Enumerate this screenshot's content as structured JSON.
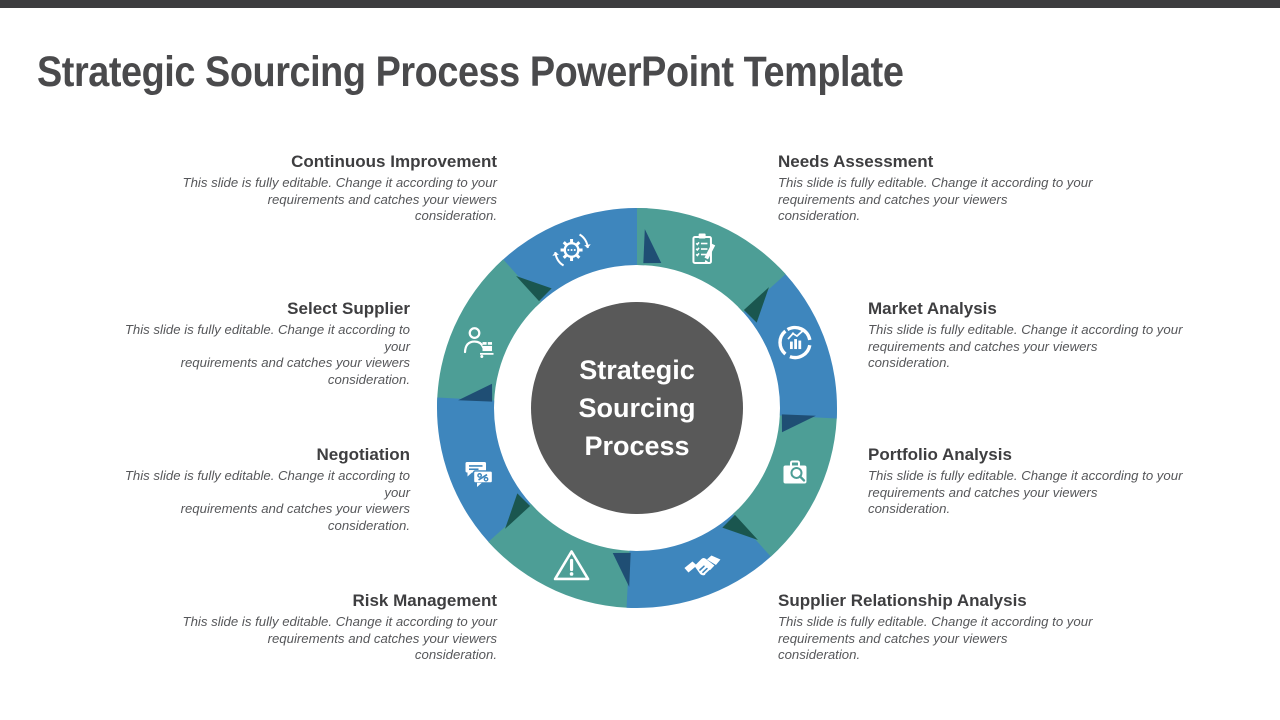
{
  "title": "Strategic Sourcing Process PowerPoint Template",
  "center_label": "Strategic\nSourcing\nProcess",
  "colors": {
    "blue": "#3E86BD",
    "teal": "#4D9E96",
    "blue_dark": "#1F4E74",
    "teal_dark": "#1A564F",
    "center_fill": "#595959",
    "title_text": "#4a4a4c",
    "heading_text": "#3e3e40",
    "body_text": "#56575a",
    "top_bar": "#3d3d3f"
  },
  "steps": [
    {
      "label": "Needs Assessment",
      "color": "teal",
      "icon": "checklist-icon",
      "description": "This slide is fully editable. Change it according to your\nrequirements and catches your viewers\nconsideration."
    },
    {
      "label": "Market Analysis",
      "color": "blue",
      "icon": "market-analysis-icon",
      "description": "This slide is fully editable. Change it according to your\nrequirements and catches your viewers\nconsideration."
    },
    {
      "label": "Portfolio Analysis",
      "color": "teal",
      "icon": "briefcase-search-icon",
      "description": "This slide is fully editable. Change it according to your\nrequirements and catches your viewers\nconsideration."
    },
    {
      "label": "Supplier Relationship Analysis",
      "color": "blue",
      "icon": "handshake-icon",
      "description": "This slide is fully editable. Change it according to your\nrequirements and catches your viewers\nconsideration."
    },
    {
      "label": "Risk Management",
      "color": "teal",
      "icon": "warning-triangle-icon",
      "description": "This slide is fully editable. Change it according to your\nrequirements and catches your viewers\nconsideration."
    },
    {
      "label": "Negotiation",
      "color": "blue",
      "icon": "chat-bubbles-icon",
      "description": "This slide is fully editable. Change it according to your\nrequirements and catches your viewers\nconsideration."
    },
    {
      "label": "Select Supplier",
      "color": "teal",
      "icon": "supplier-person-icon",
      "description": "This slide is fully editable. Change it according to your\nrequirements and catches your viewers\nconsideration."
    },
    {
      "label": "Continuous Improvement",
      "color": "blue",
      "icon": "gear-cycle-icon",
      "description": "This slide is fully editable. Change it according to your\nrequirements and catches your viewers\nconsideration."
    }
  ]
}
